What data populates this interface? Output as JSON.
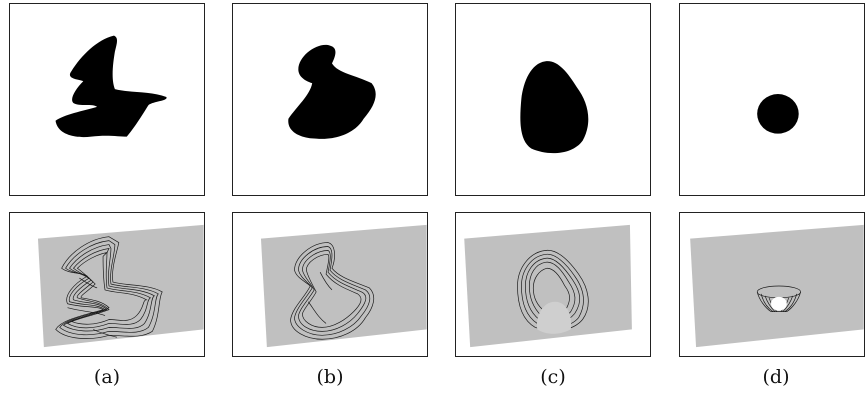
{
  "figure": {
    "captions": [
      "(a)",
      "(b)",
      "(c)",
      "(d)"
    ],
    "colors": {
      "shape_fill": "#000000",
      "plane_fill": "#c0c0c0",
      "surface_line": "#1a1a1a",
      "panel_border": "#222222"
    }
  }
}
